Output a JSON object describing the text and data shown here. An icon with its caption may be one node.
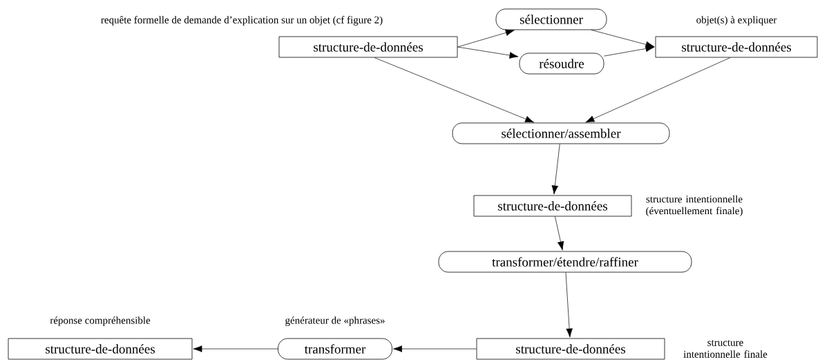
{
  "diagram": {
    "nodes": [
      {
        "text": [
          "structure-de-données"
        ],
        "beside": [
          "requête formelle de demande d’explication sur un objet (cf figure 2)"
        ]
      },
      {
        "text": [
          "sélectionner"
        ]
      },
      {
        "text": [
          "résoudre"
        ]
      },
      {
        "text": [
          "structure-de-données"
        ],
        "beside": [
          "objet(s) à expliquer"
        ]
      },
      {
        "text": [
          "sélectionner/assembler"
        ]
      },
      {
        "text": [
          "structure-de-données"
        ],
        "beside": [
          "structure intentionnelle (éventuellement finale)"
        ]
      },
      {
        "text": [
          "transformer/étendre/raffiner"
        ]
      },
      {
        "text": [
          "structure-de-données"
        ],
        "beside": [
          "structure intentionnelle finale"
        ]
      },
      {
        "text": [
          "transformer"
        ],
        "beside": [
          "générateur de «phrases»"
        ]
      },
      {
        "text": [
          "structure-de-données"
        ],
        "beside": [
          "réponse compréhensible"
        ]
      }
    ],
    "edges": [
      {
        "from": 0,
        "to": 1,
        "arrow": "to"
      },
      {
        "from": 0,
        "to": 2,
        "arrow": "to"
      },
      {
        "from": 1,
        "to": 3,
        "arrow": "to"
      },
      {
        "from": 2,
        "to": 3,
        "arrow": "to"
      },
      {
        "from": 0,
        "to": 4,
        "arrow": "to"
      },
      {
        "from": 3,
        "to": 4,
        "arrow": "to"
      },
      {
        "from": 4,
        "to": 5,
        "arrow": "to"
      },
      {
        "from": 5,
        "to": 6,
        "arrow": "to"
      },
      {
        "from": 6,
        "to": 7,
        "arrow": "to"
      },
      {
        "from": 7,
        "to": 8,
        "arrow": "to"
      },
      {
        "from": 8,
        "to": 9,
        "arrow": "to"
      }
    ]
  }
}
